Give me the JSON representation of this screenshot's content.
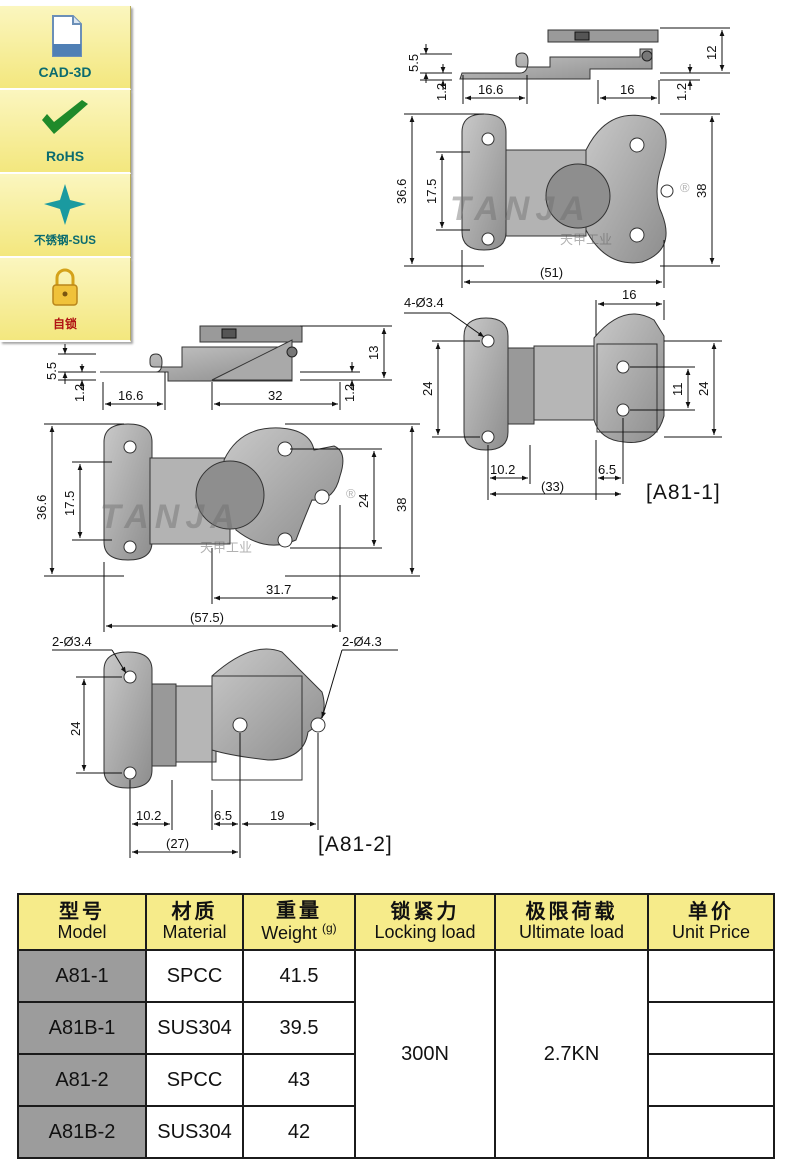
{
  "badges": [
    {
      "label": "CAD-3D",
      "icon": "document-icon"
    },
    {
      "label": "RoHS",
      "icon": "checkmark-icon"
    },
    {
      "label": "不锈钢-SUS",
      "icon": "star-icon"
    },
    {
      "label": "自锁",
      "icon": "padlock-icon"
    }
  ],
  "watermark": {
    "brand": "TANJA",
    "cn": "天甲工业",
    "registered": "®"
  },
  "drawing_a81_1": {
    "model_label": "[A81-1]",
    "side_view": {
      "dims": [
        "5.5",
        "1.2",
        "16.6",
        "16",
        "1.2",
        "12"
      ]
    },
    "top_view": {
      "dims": [
        "36.6",
        "17.5",
        "38",
        "(51)"
      ]
    },
    "bottom_view": {
      "dims": [
        "4-Ø3.4",
        "16",
        "24",
        "11",
        "24",
        "10.2",
        "6.5",
        "(33)"
      ]
    }
  },
  "drawing_a81_2": {
    "model_label": "[A81-2]",
    "side_view": {
      "dims": [
        "5.5",
        "1.2",
        "16.6",
        "32",
        "1.2",
        "13"
      ]
    },
    "top_view": {
      "dims": [
        "36.6",
        "17.5",
        "24",
        "38",
        "31.7",
        "(57.5)"
      ]
    },
    "bottom_view": {
      "dims": [
        "2-Ø3.4",
        "2-Ø4.3",
        "24",
        "10.2",
        "6.5",
        "19",
        "(27)"
      ]
    }
  },
  "table": {
    "headers": [
      {
        "cn": "型号",
        "en": "Model"
      },
      {
        "cn": "材质",
        "en": "Material"
      },
      {
        "cn": "重量",
        "en": "Weight",
        "unit": "(g)"
      },
      {
        "cn": "锁紧力",
        "en": "Locking load"
      },
      {
        "cn": "极限荷载",
        "en": "Ultimate load"
      },
      {
        "cn": "单价",
        "en": "Unit Price"
      }
    ],
    "rows": [
      {
        "model": "A81-1",
        "material": "SPCC",
        "weight": "41.5"
      },
      {
        "model": "A81B-1",
        "material": "SUS304",
        "weight": "39.5"
      },
      {
        "model": "A81-2",
        "material": "SPCC",
        "weight": "43"
      },
      {
        "model": "A81B-2",
        "material": "SUS304",
        "weight": "42"
      }
    ],
    "locking_load": "300N",
    "ultimate_load": "2.7KN"
  },
  "colors": {
    "badge_bg": "#f4e98a",
    "badge_text": "#0b6b6f",
    "header_bg": "#f6eb8a",
    "model_cell": "#9c9c9c",
    "metal": "#a6a6a6"
  }
}
